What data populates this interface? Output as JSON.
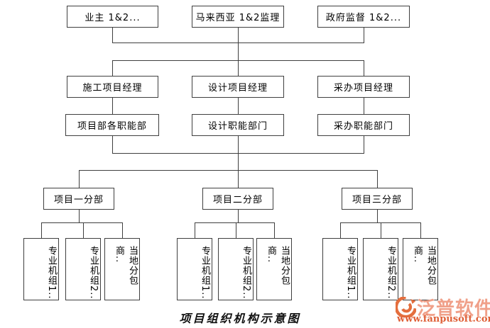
{
  "diagram": {
    "caption": "项目组织机构示意图",
    "row1": [
      {
        "label": "业主 1&2..."
      },
      {
        "label": "马来西亚 1&2监理"
      },
      {
        "label": "政府监督 1&2..."
      }
    ],
    "row2": [
      {
        "label": "施工项目经理"
      },
      {
        "label": "设计项目经理"
      },
      {
        "label": "采办项目经理"
      }
    ],
    "row3": [
      {
        "label": "项目部各职能部"
      },
      {
        "label": "设计职能部门"
      },
      {
        "label": "采办职能部门"
      }
    ],
    "row4": [
      {
        "label": "项目一分部"
      },
      {
        "label": "项目二分部"
      },
      {
        "label": "项目三分部"
      }
    ],
    "groups": [
      {
        "children": [
          {
            "label": "专业机组1.."
          },
          {
            "label": "专业机组2.."
          },
          {
            "label": "当地分包商.."
          }
        ]
      },
      {
        "children": [
          {
            "label": "专业机组1.."
          },
          {
            "label": "专业机组2.."
          },
          {
            "label": "当地分包商.."
          }
        ]
      },
      {
        "children": [
          {
            "label": "专业机组1.."
          },
          {
            "label": "专业机组2.."
          },
          {
            "label": "当地分包商.."
          }
        ]
      }
    ]
  },
  "watermark": {
    "brand": "泛普软件",
    "url": "www.fanpusoft.com",
    "icon": "fanpu-logo-icon",
    "brand_color": "#f0a089",
    "url_color": "#df6038",
    "icon_color": "#e46e3d"
  },
  "colors": {
    "line": "#3f3f3f",
    "box_border": "#3f3f3f",
    "text": "#000000",
    "background": "#ffffff"
  }
}
